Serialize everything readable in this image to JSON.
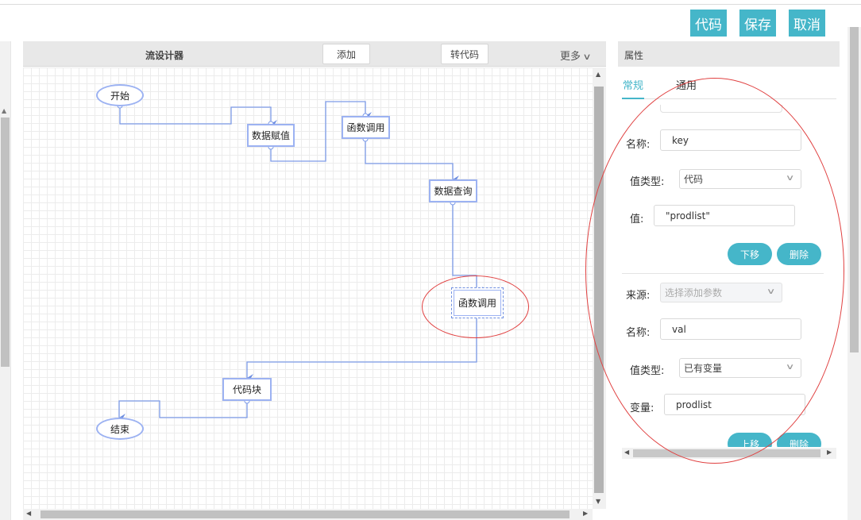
{
  "toolbar": {
    "code_label": "代码",
    "save_label": "保存",
    "cancel_label": "取消"
  },
  "designer": {
    "title": "流设计器",
    "add_label": "添加",
    "to_code_label": "转代码",
    "more_label": "更多",
    "nodes": {
      "start": "开始",
      "assign": "数据赋值",
      "func1": "函数调用",
      "query": "数据查询",
      "func2": "函数调用",
      "code_block": "代码块",
      "end": "结束"
    }
  },
  "props": {
    "title": "属性",
    "tabs": {
      "general": "常规",
      "common": "通用"
    },
    "item1": {
      "name_label": "名称:",
      "name_value": "key",
      "type_label": "值类型:",
      "type_value": "代码",
      "value_label": "值:",
      "value_value": "\"prodlist\"",
      "down_label": "下移",
      "delete_label": "删除"
    },
    "item2": {
      "source_label": "来源:",
      "source_placeholder": "选择添加参数",
      "name_label": "名称:",
      "name_value": "val",
      "type_label": "值类型:",
      "type_value": "已有变量",
      "var_label": "变量:",
      "var_value": "prodlist",
      "up_label": "上移",
      "delete_label": "删除"
    }
  },
  "colors": {
    "accent": "#45b6c9",
    "node_border": "#9cb2f2",
    "connector": "#6f8fe0",
    "annotation": "#e04040"
  }
}
